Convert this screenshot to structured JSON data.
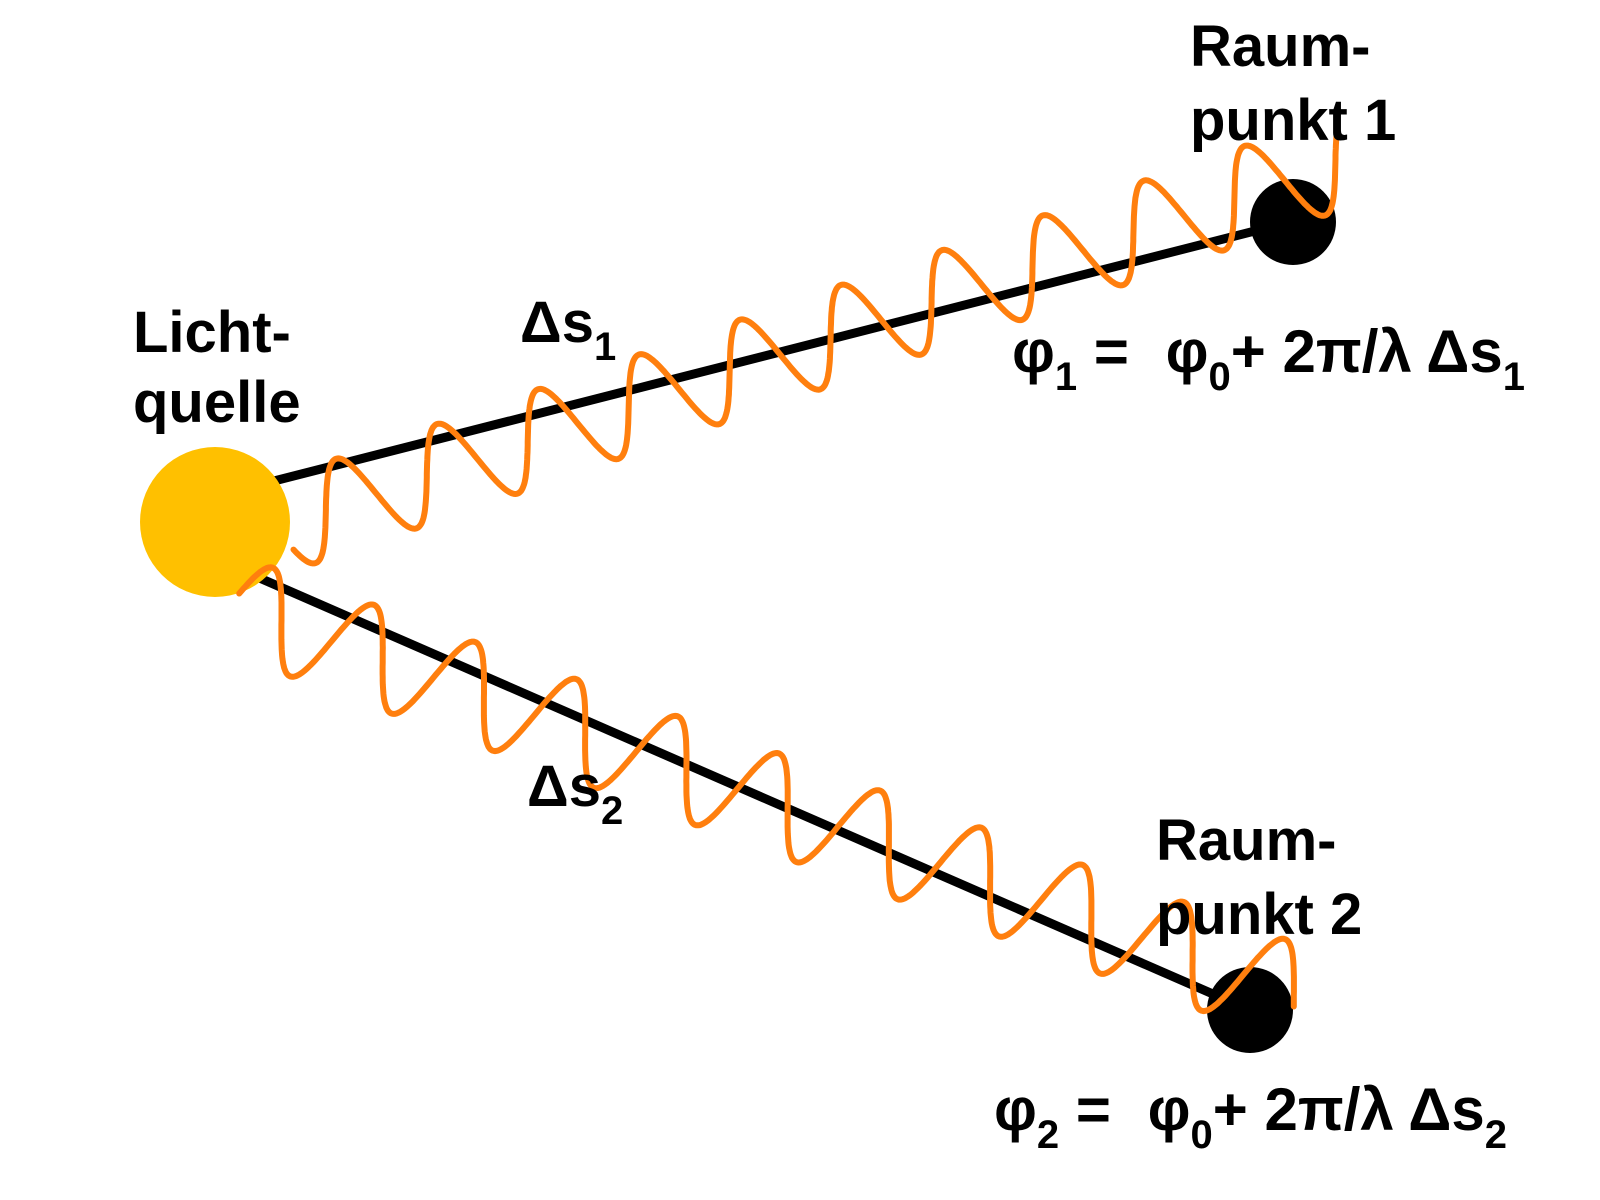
{
  "colors": {
    "source": "#FFC000",
    "wave": "#FF7F0E",
    "path": "#000000",
    "point": "#000000"
  },
  "labels": {
    "source": {
      "line1": "Licht-",
      "line2": "quelle"
    },
    "point1": {
      "line1": "Raum-",
      "line2": "punkt 1"
    },
    "point2": {
      "line1": "Raum-",
      "line2": "punkt 2"
    }
  },
  "path_labels": {
    "ds1": {
      "symbol": "Δs",
      "sub": "1"
    },
    "ds2": {
      "symbol": "Δs",
      "sub": "2"
    }
  },
  "formulas": {
    "phi1": {
      "lhs": "φ",
      "lhs_sub": "1",
      "eq": " = ",
      "rhs_a": "φ",
      "rhs_a_sub": "0",
      "rhs_b": "+ 2π/λ Δs",
      "rhs_b_sub": "1"
    },
    "phi2": {
      "lhs": "φ",
      "lhs_sub": "2",
      "eq": " = ",
      "rhs_a": "φ",
      "rhs_a_sub": "0",
      "rhs_b": "+ 2π/λ Δs",
      "rhs_b_sub": "2"
    }
  }
}
